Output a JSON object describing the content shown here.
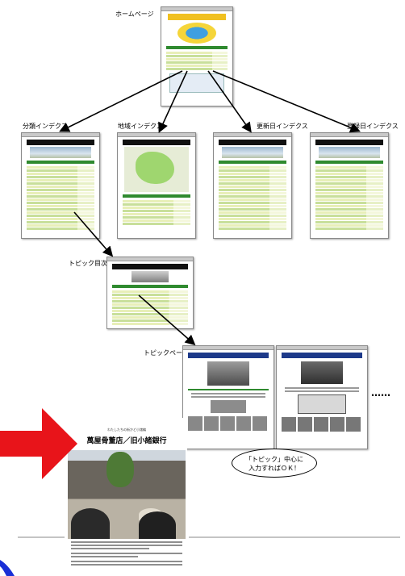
{
  "labels": {
    "home": "ホームページ",
    "category_index": "分類インデクス",
    "map_index": "地域インデクス",
    "update_index": "更新日インデクス",
    "register_index": "登録日インデクス",
    "topic_toc": "トピック目次",
    "topic_page": "トピックページ"
  },
  "article": {
    "caption": "わたしたちの街かど小諸編",
    "title": "萬屋骨董店／旧小諸銀行"
  },
  "callout": {
    "line1": "「トピック」中心に",
    "line2": "入力すればＯＫ！"
  },
  "ellipsis": "……",
  "colors": {
    "arrow": "#000000",
    "big_arrow": "#e8141a",
    "accent_blue": "#1a2fd6",
    "index_green": "#2f8a2f"
  }
}
